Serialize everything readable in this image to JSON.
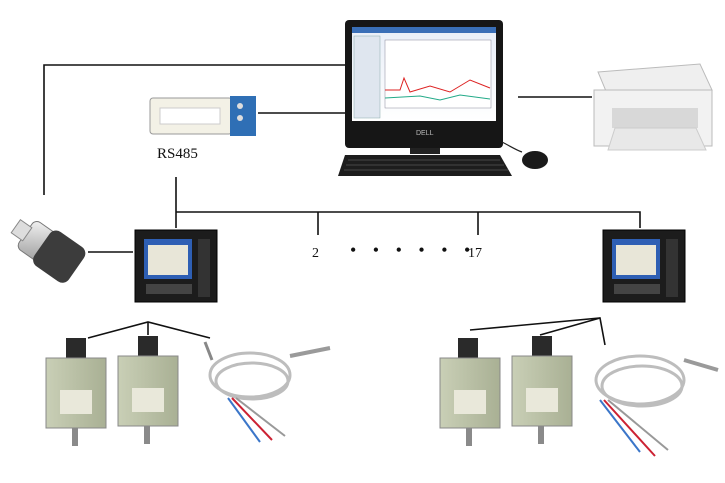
{
  "labels": {
    "converter": "RS485",
    "first_index": "2",
    "ellipsis": "• • • • • •",
    "last_index": "17"
  },
  "icons": [
    "computer-monitor-icon",
    "keyboard-icon",
    "mouse-icon",
    "printer-icon",
    "usb-flash-drive-icon",
    "rs485-converter-icon",
    "recorder-icon",
    "transmitter-icon",
    "thermocouple-icon"
  ]
}
